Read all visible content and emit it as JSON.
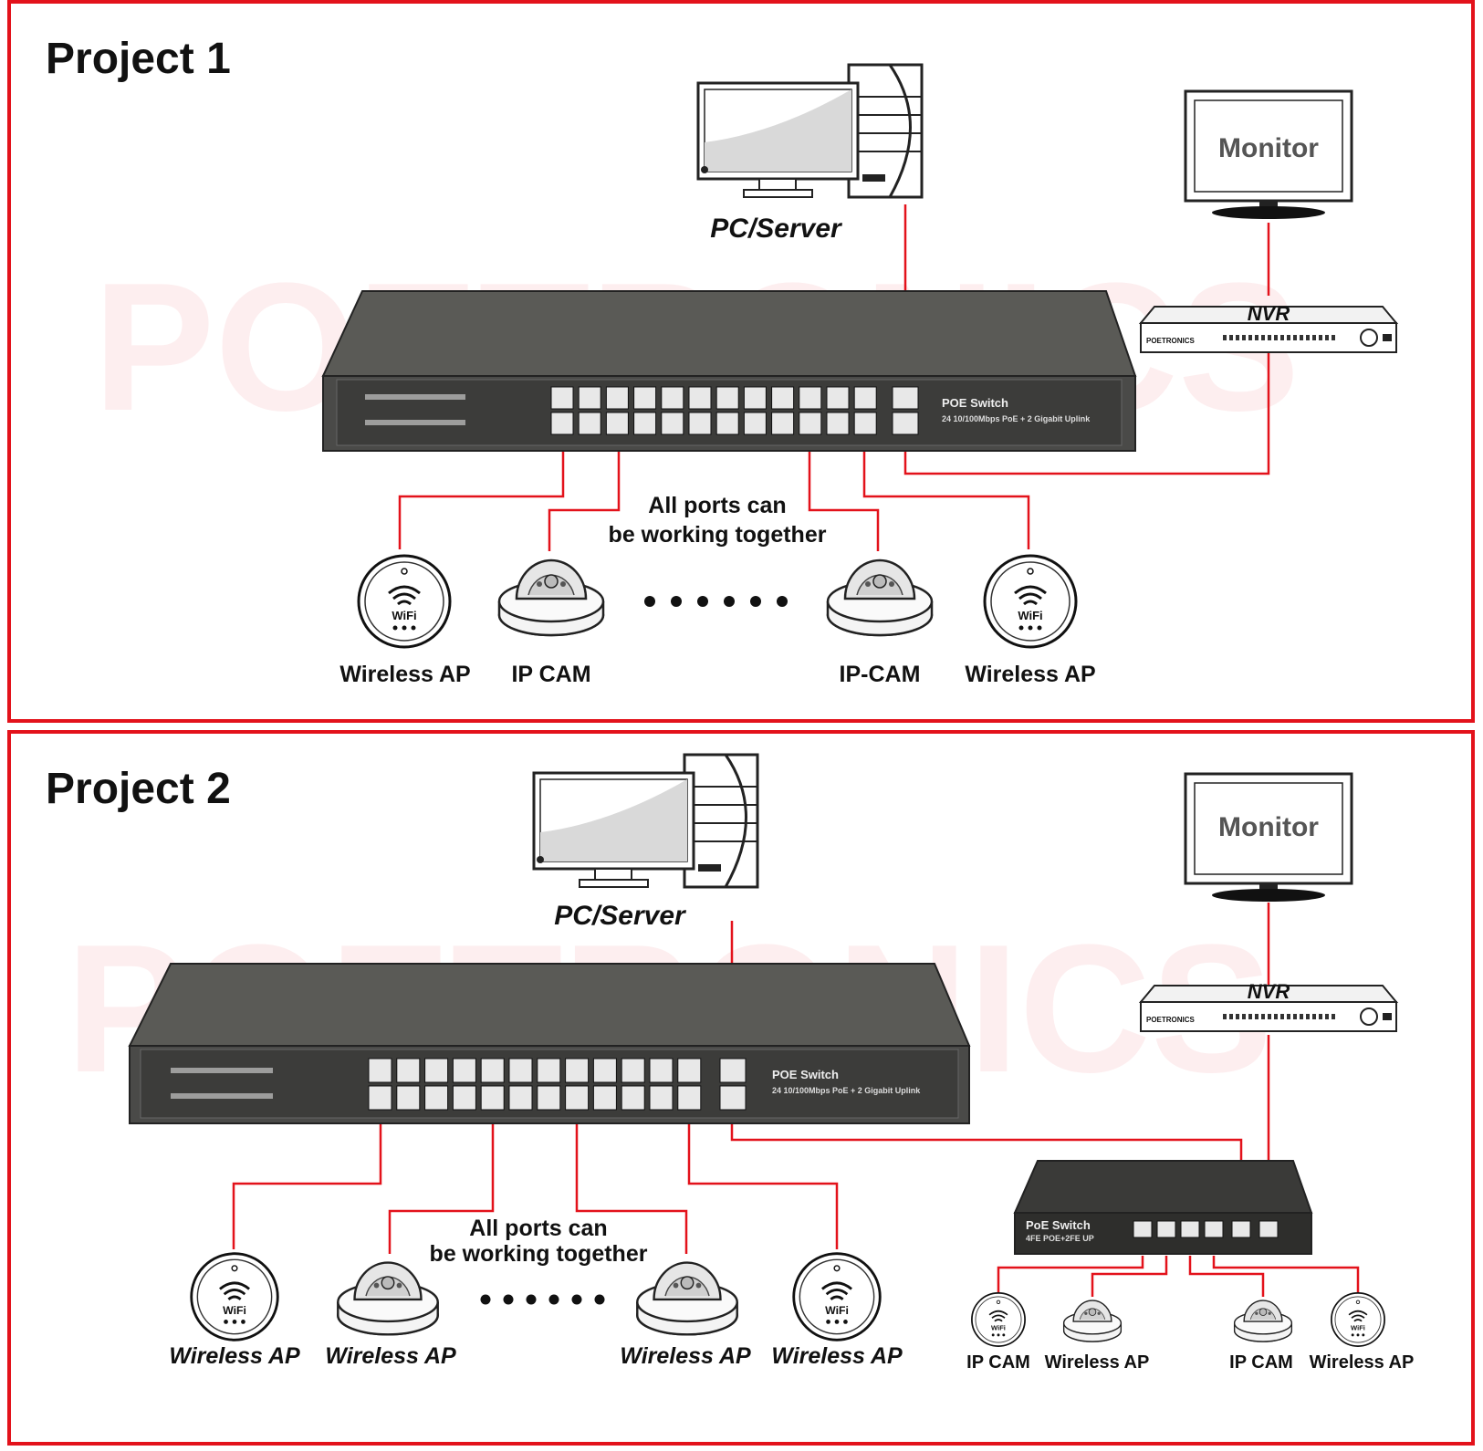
{
  "project1": {
    "title": "Project 1",
    "pc_label": "PC/Server",
    "monitor_label": "Monitor",
    "nvr_label": "NVR",
    "nvr_brand": "POETRONICS",
    "switch_label": "POE Switch",
    "switch_spec": "24 10/100Mbps PoE + 2 Gigabit Uplink",
    "note_line1": "All ports can",
    "note_line2": "be working together",
    "devices": [
      "Wireless AP",
      "IP CAM",
      "IP-CAM",
      "Wireless AP"
    ],
    "watermark": "POETRONICS"
  },
  "project2": {
    "title": "Project 2",
    "pc_label": "PC/Server",
    "monitor_label": "Monitor",
    "nvr_label": "NVR",
    "nvr_brand": "POETRONICS",
    "switch_label": "POE Switch",
    "switch_spec": "24 10/100Mbps PoE + 2 Gigabit Uplink",
    "small_switch_label": "PoE Switch",
    "small_switch_spec": "4FE POE+2FE UP",
    "note_line1": "All ports can",
    "note_line2": "be working together",
    "devices": [
      "Wireless AP",
      "Wireless AP",
      "Wireless AP",
      "Wireless AP"
    ],
    "small_devices": [
      "IP CAM",
      "Wireless AP",
      "IP CAM",
      "Wireless AP"
    ],
    "watermark": "POETRONICS"
  },
  "wire_color": "#e3121b"
}
